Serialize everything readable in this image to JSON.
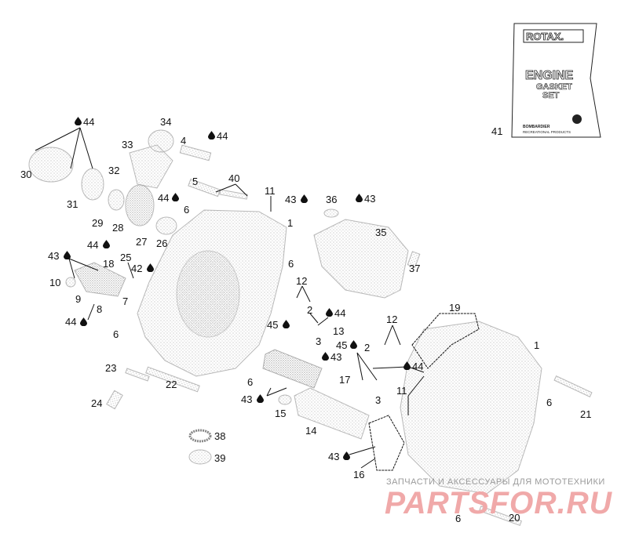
{
  "labels": {
    "l1a": "1",
    "l1b": "1",
    "l2a": "2",
    "l2b": "2",
    "l3a": "3",
    "l3b": "3",
    "l4": "4",
    "l5": "5",
    "l6a": "6",
    "l6b": "6",
    "l6c": "6",
    "l6d": "6",
    "l6e": "6",
    "l6f": "6",
    "l7": "7",
    "l8": "8",
    "l9": "9",
    "l10": "10",
    "l11a": "11",
    "l11b": "11",
    "l12a": "12",
    "l12b": "12",
    "l13": "13",
    "l14": "14",
    "l15": "15",
    "l16": "16",
    "l17": "17",
    "l18": "18",
    "l19": "19",
    "l20": "20",
    "l21": "21",
    "l22": "22",
    "l23": "23",
    "l24": "24",
    "l25": "25",
    "l26": "26",
    "l27": "27",
    "l28": "28",
    "l29": "29",
    "l30": "30",
    "l31": "31",
    "l32": "32",
    "l33": "33",
    "l34": "34",
    "l35": "35",
    "l36": "36",
    "l37": "37",
    "l38": "38",
    "l39": "39",
    "l40": "40",
    "l41": "41"
  },
  "drop_labels": {
    "d44a": "44",
    "d44b": "44",
    "d44c": "44",
    "d44d": "44",
    "d44e": "44",
    "d44f": "44",
    "d44g": "44",
    "d43a": "43",
    "d43b": "43",
    "d43c": "43",
    "d43d": "43",
    "d43e": "43",
    "d43f": "43",
    "d42": "42",
    "d45a": "45",
    "d45b": "45"
  },
  "kit": {
    "brand": "ROTAX.",
    "line1": "ENGINE",
    "line2": "GASKET",
    "line3": "SET",
    "footer1": "BOMBARDIER",
    "footer2": "RECREATIONAL PRODUCTS"
  },
  "watermark": {
    "top": "ЗАПЧАСТИ И АКСЕССУАРЫ ДЛЯ МОТОТЕХНИКИ",
    "logo": "PARTSFOR.RU"
  },
  "colors": {
    "label": "#111111",
    "part_stipple": "#bdbdbd",
    "watermark_red": "#f0a9a9",
    "watermark_grey": "#9a9a9a"
  },
  "icons": {
    "oil": "oil-drop-icon"
  }
}
